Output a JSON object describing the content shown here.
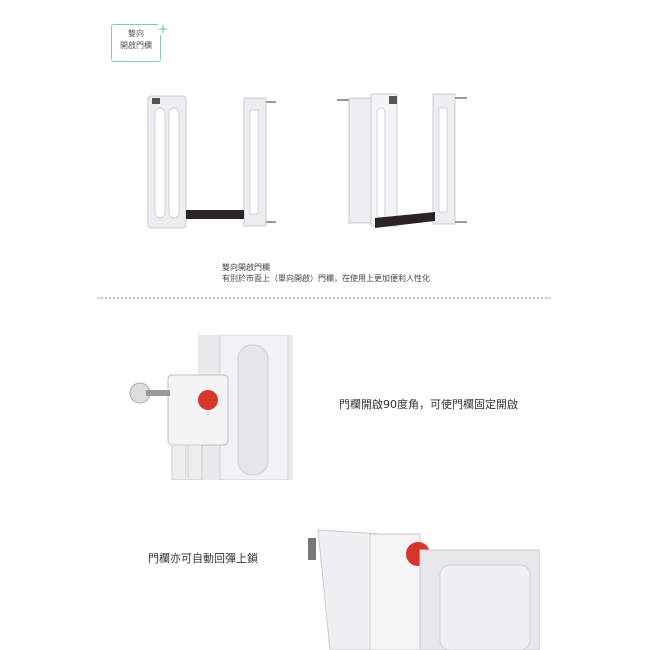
{
  "tag": {
    "line1": "雙向",
    "line2": "開啟門欄",
    "plus": "+"
  },
  "caption": {
    "title": "雙向開啟門欄",
    "description": "有別於市面上（單向開啟）門欄，在使用上更加便利人性化"
  },
  "feature1": "門欄開啟90度角，可使門欄固定開啟",
  "feature2": "門欄亦可自動回彈上鎖",
  "colors": {
    "accent": "#8fc3cc",
    "lock_red": "#d9342b",
    "bar": "#2b2326"
  }
}
